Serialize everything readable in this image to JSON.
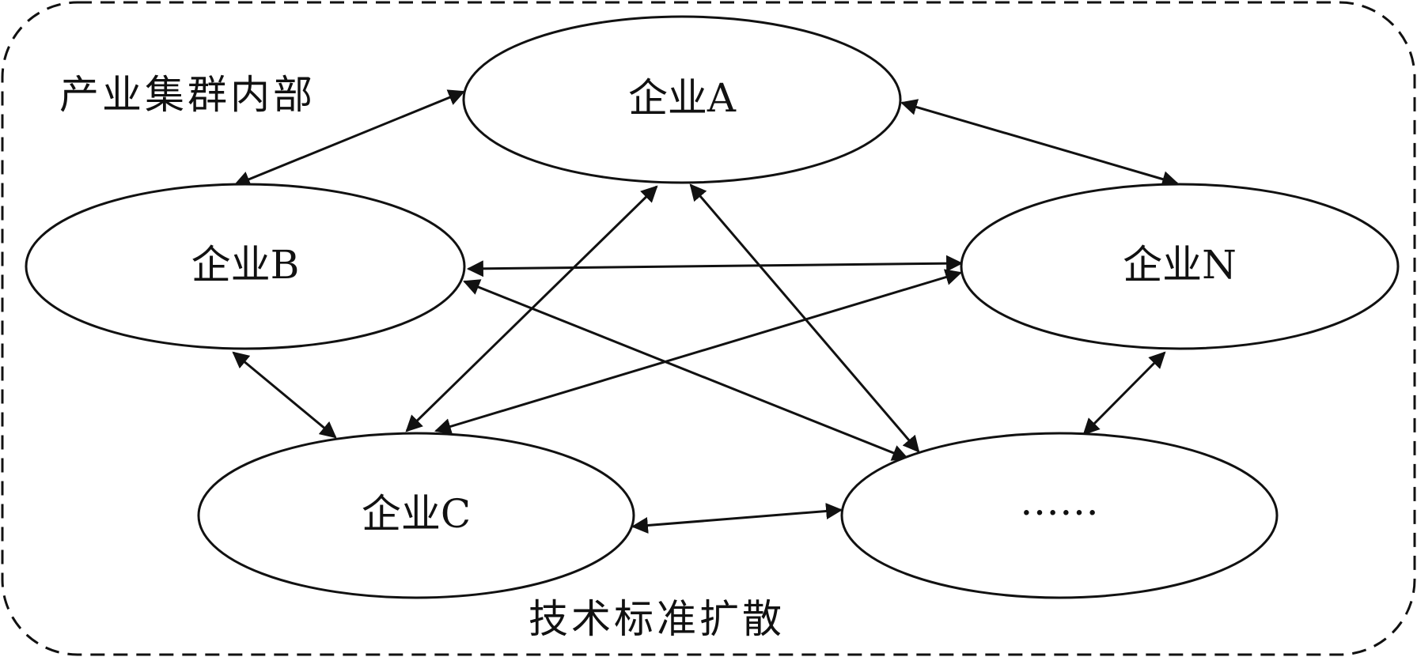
{
  "diagram": {
    "region_label": "产业集群内部",
    "caption": "技术标准扩散",
    "nodes": [
      {
        "id": "a",
        "label": "企业A"
      },
      {
        "id": "b",
        "label": "企业B"
      },
      {
        "id": "n",
        "label": "企业N"
      },
      {
        "id": "c",
        "label": "企业C"
      },
      {
        "id": "etc",
        "label": "……"
      }
    ],
    "edges": [
      {
        "from": "a",
        "to": "b",
        "type": "bidirectional"
      },
      {
        "from": "a",
        "to": "n",
        "type": "bidirectional"
      },
      {
        "from": "a",
        "to": "c",
        "type": "bidirectional"
      },
      {
        "from": "a",
        "to": "etc",
        "type": "bidirectional"
      },
      {
        "from": "b",
        "to": "n",
        "type": "bidirectional"
      },
      {
        "from": "b",
        "to": "c",
        "type": "bidirectional"
      },
      {
        "from": "b",
        "to": "etc",
        "type": "bidirectional"
      },
      {
        "from": "n",
        "to": "c",
        "type": "bidirectional"
      },
      {
        "from": "n",
        "to": "etc",
        "type": "bidirectional"
      },
      {
        "from": "c",
        "to": "etc",
        "type": "bidirectional"
      }
    ],
    "colors": {
      "stroke": "#111111",
      "background": "#ffffff"
    }
  }
}
